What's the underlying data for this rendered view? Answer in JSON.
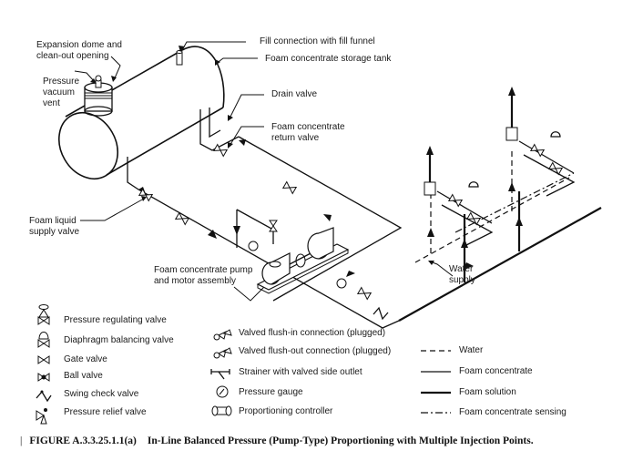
{
  "figure": {
    "caption_marker": "|",
    "caption_number": "FIGURE A.3.3.25.1.1(a)",
    "caption_title": "In-Line Balanced Pressure (Pump-Type) Proportioning with Multiple Injection Points."
  },
  "callouts": {
    "expansion_dome": "Expansion dome and\nclean-out opening",
    "pressure_vacuum_vent": "Pressure\nvacuum\nvent",
    "fill_connection": "Fill connection with fill funnel",
    "storage_tank": "Foam concentrate storage tank",
    "drain_valve": "Drain valve",
    "return_valve": "Foam concentrate\nreturn valve",
    "foam_liquid_supply_valve": "Foam liquid\nsupply valve",
    "pump_motor": "Foam concentrate pump\nand motor assembly",
    "water_supply": "Water\nsupply"
  },
  "legend": {
    "valves": [
      {
        "icon": "pressure-regulating-valve",
        "label": "Pressure regulating valve"
      },
      {
        "icon": "diaphragm-balancing-valve",
        "label": "Diaphragm balancing valve"
      },
      {
        "icon": "gate-valve",
        "label": "Gate valve"
      },
      {
        "icon": "ball-valve",
        "label": "Ball valve"
      },
      {
        "icon": "swing-check-valve",
        "label": "Swing check valve"
      },
      {
        "icon": "pressure-relief-valve",
        "label": "Pressure relief valve"
      }
    ],
    "fittings": [
      {
        "icon": "valved-flush-in",
        "label": "Valved flush-in connection (plugged)"
      },
      {
        "icon": "valved-flush-out",
        "label": "Valved flush-out connection (plugged)"
      },
      {
        "icon": "strainer",
        "label": "Strainer with valved side outlet"
      },
      {
        "icon": "pressure-gauge",
        "label": "Pressure gauge"
      },
      {
        "icon": "proportioning-controller",
        "label": "Proportioning controller"
      }
    ],
    "lines": [
      {
        "style": "dashed",
        "label": "Water"
      },
      {
        "style": "thin",
        "label": "Foam concentrate"
      },
      {
        "style": "thick",
        "label": "Foam solution"
      },
      {
        "style": "dash-dot",
        "label": "Foam concentrate sensing"
      }
    ]
  }
}
